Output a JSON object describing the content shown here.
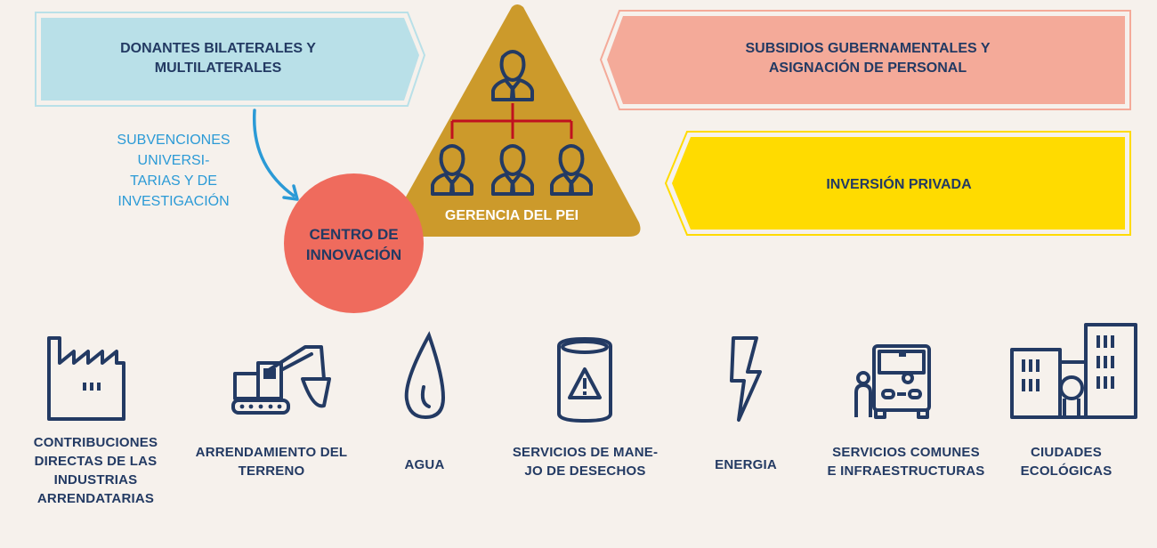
{
  "donors": {
    "line1": "DONANTES BILATERALES Y",
    "line2": "MULTILATERALES"
  },
  "subsidies": {
    "line1": "SUBSIDIOS GUBERNAMENTALES Y",
    "line2": "ASIGNACIÓN DE PERSONAL"
  },
  "private_investment": {
    "label": "INVERSIÓN PRIVADA"
  },
  "university_grants": {
    "line1": "SUBVENCIONES",
    "line2": "UNIVERSI-",
    "line3": "TARIAS Y DE",
    "line4": "INVESTIGACIÓN"
  },
  "management": {
    "label": "GERENCIA DEL PEI"
  },
  "innovation_center": {
    "line1": "CENTRO DE",
    "line2": "INNOVACIÓN"
  },
  "services": [
    {
      "icon": "factory-icon",
      "lines": [
        "CONTRIBUCIONES",
        "DIRECTAS DE LAS",
        "INDUSTRIAS",
        "ARRENDATARIAS"
      ]
    },
    {
      "icon": "excavator-icon",
      "lines": [
        "ARRENDAMIENTO DEL",
        "TERRENO"
      ]
    },
    {
      "icon": "water-drop-icon",
      "lines": [
        "AGUA"
      ]
    },
    {
      "icon": "waste-barrel-icon",
      "lines": [
        "SERVICIOS DE MANE-",
        "JO DE DESECHOS"
      ]
    },
    {
      "icon": "lightning-icon",
      "lines": [
        "ENERGIA"
      ]
    },
    {
      "icon": "bus-icon",
      "lines": [
        "SERVICIOS COMUNES",
        "E INFRAESTRUCTURAS"
      ]
    },
    {
      "icon": "city-buildings-icon",
      "lines": [
        "CIUDADES",
        "ECOLÓGICAS"
      ]
    }
  ],
  "colors": {
    "background": "#f6f1ec",
    "navy": "#233a63",
    "donors_fill": "#b9e0e8",
    "subsidies_fill": "#f4aa99",
    "private_fill": "#ffdb00",
    "pyramid_fill": "#cc9a2b",
    "innovation_fill": "#ef6b5d",
    "grants_text": "#2b9ad6",
    "org_line": "#c0111f"
  }
}
